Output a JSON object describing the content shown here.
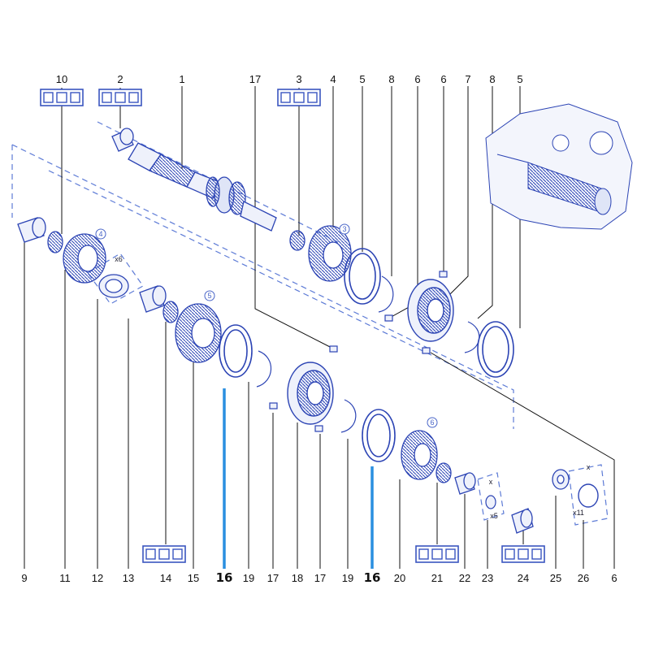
{
  "top_callouts": [
    "10",
    "2",
    "1",
    "17",
    "3",
    "4",
    "5",
    "8",
    "6",
    "6",
    "7",
    "8",
    "5"
  ],
  "bottom_callouts": [
    "9",
    "11",
    "12",
    "13",
    "14",
    "15",
    "16",
    "19",
    "17",
    "18",
    "17",
    "19",
    "16",
    "20",
    "21",
    "22",
    "23",
    "24",
    "25",
    "26",
    "6"
  ],
  "circled_markers": [
    "4",
    "3",
    "5",
    "6"
  ],
  "quantities": {
    "a": "x6",
    "b": "x5",
    "c": "x11",
    "d": "x"
  },
  "colors": {
    "line_art": "#2c44b4",
    "highlight": "#2a8fe0",
    "label": "#111111",
    "tool_box": "#3a55c0"
  },
  "icons": [
    "tool-box-icon",
    "gearbox-assembly-photo"
  ]
}
